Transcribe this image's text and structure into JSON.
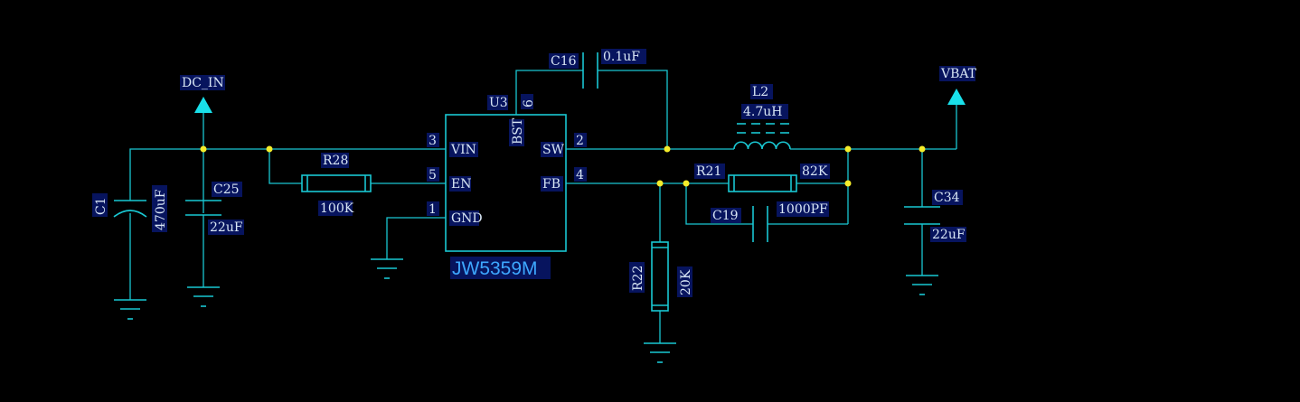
{
  "nets": {
    "dc_in": "DC_IN",
    "vbat": "VBAT"
  },
  "ic": {
    "ref": "U3",
    "part": "JW5359M",
    "pins": {
      "vin": {
        "num": "3",
        "name": "VIN"
      },
      "en": {
        "num": "5",
        "name": "EN"
      },
      "gnd": {
        "num": "1",
        "name": "GND"
      },
      "bst": {
        "num": "6",
        "name": "BST"
      },
      "sw": {
        "num": "2",
        "name": "SW"
      },
      "fb": {
        "num": "4",
        "name": "FB"
      }
    }
  },
  "components": {
    "c1": {
      "ref": "C1",
      "value": "470uF"
    },
    "c25": {
      "ref": "C25",
      "value": "22uF"
    },
    "r28": {
      "ref": "R28",
      "value": "100K"
    },
    "c16": {
      "ref": "C16",
      "value": "0.1uF"
    },
    "l2": {
      "ref": "L2",
      "value": "4.7uH"
    },
    "r21": {
      "ref": "R21",
      "value": "82K"
    },
    "c19": {
      "ref": "C19",
      "value": "1000PF"
    },
    "r22": {
      "ref": "R22",
      "value": "20K"
    },
    "c34": {
      "ref": "C34",
      "value": "22uF"
    }
  },
  "colors": {
    "wire": "#19c7d2",
    "junction": "#f4ec2a",
    "label_bg": "#07145e",
    "ic_text": "#3da7ff"
  }
}
